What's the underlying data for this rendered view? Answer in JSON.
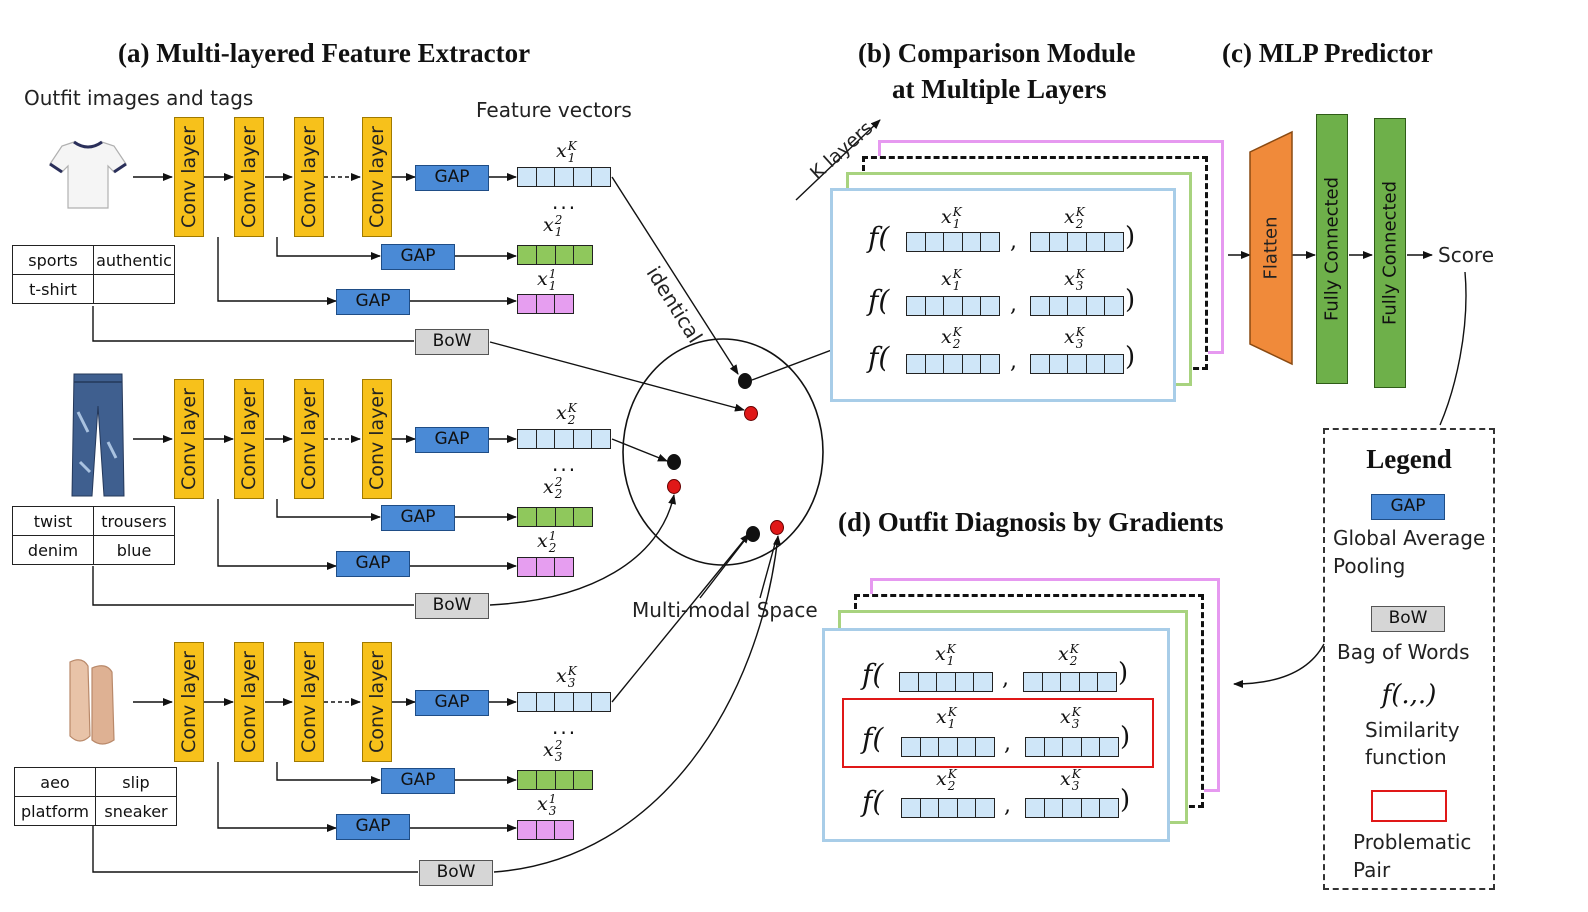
{
  "titles": {
    "a": "(a) Multi-layered Feature Extractor",
    "b_line1": "(b) Comparison Module",
    "b_line2": "at Multiple Layers",
    "c": "(c) MLP Predictor",
    "d": "(d) Outfit Diagnosis by Gradients"
  },
  "labels": {
    "outfit_images": "Outfit images and tags",
    "feature_vectors": "Feature vectors",
    "identical": "identical",
    "multimodal_space": "Multi-modal Space",
    "k_layers": "K layers",
    "score": "Score",
    "conv": "Conv layer",
    "gap": "GAP",
    "bow": "BoW",
    "flatten": "Flatten",
    "fully_connected": "Fully Connected",
    "dots": "...",
    "f": "f(",
    "close": ")",
    "comma": ","
  },
  "items": [
    {
      "tags": [
        [
          "sports",
          "authentic"
        ],
        [
          "t-shirt",
          ""
        ]
      ],
      "vectors": {
        "k": "x",
        "k_sub": "1",
        "k_sup": "K",
        "v2_sub": "1",
        "v2_sup": "2",
        "v1_sub": "1",
        "v1_sup": "1"
      }
    },
    {
      "tags": [
        [
          "twist",
          "trousers"
        ],
        [
          "denim",
          "blue"
        ]
      ],
      "vectors": {
        "k": "x",
        "k_sub": "2",
        "k_sup": "K",
        "v2_sub": "2",
        "v2_sup": "2",
        "v1_sub": "2",
        "v1_sup": "1"
      }
    },
    {
      "tags": [
        [
          "aeo",
          "slip"
        ],
        [
          "platform",
          "sneaker"
        ]
      ],
      "vectors": {
        "k": "x",
        "k_sub": "3",
        "k_sup": "K",
        "v2_sub": "3",
        "v2_sup": "2",
        "v1_sub": "3",
        "v1_sup": "1"
      }
    }
  ],
  "pairs": [
    {
      "a_sub": "1",
      "b_sub": "2",
      "sup": "K"
    },
    {
      "a_sub": "1",
      "b_sub": "3",
      "sup": "K"
    },
    {
      "a_sub": "2",
      "b_sub": "3",
      "sup": "K"
    }
  ],
  "legend": {
    "title": "Legend",
    "gap_box": "GAP",
    "gap_desc_1": "Global Average",
    "gap_desc_2": "Pooling",
    "bow_box": "BoW",
    "bow_desc": "Bag of Words",
    "sim_symbol": "f(.,.)",
    "sim_desc_1": "Similarity",
    "sim_desc_2": "function",
    "prob_desc_1": "Problematic",
    "prob_desc_2": "Pair"
  },
  "colors": {
    "conv": "#f7c11b",
    "gap": "#4a8ad6",
    "bow": "#d6d6d6",
    "vec_blue": "#cfe6f8",
    "vec_green": "#8fc85c",
    "vec_pink": "#e69ef0",
    "flatten": "#f08a3a",
    "fully_connected": "#6eb04a",
    "problematic": "#e01818"
  }
}
